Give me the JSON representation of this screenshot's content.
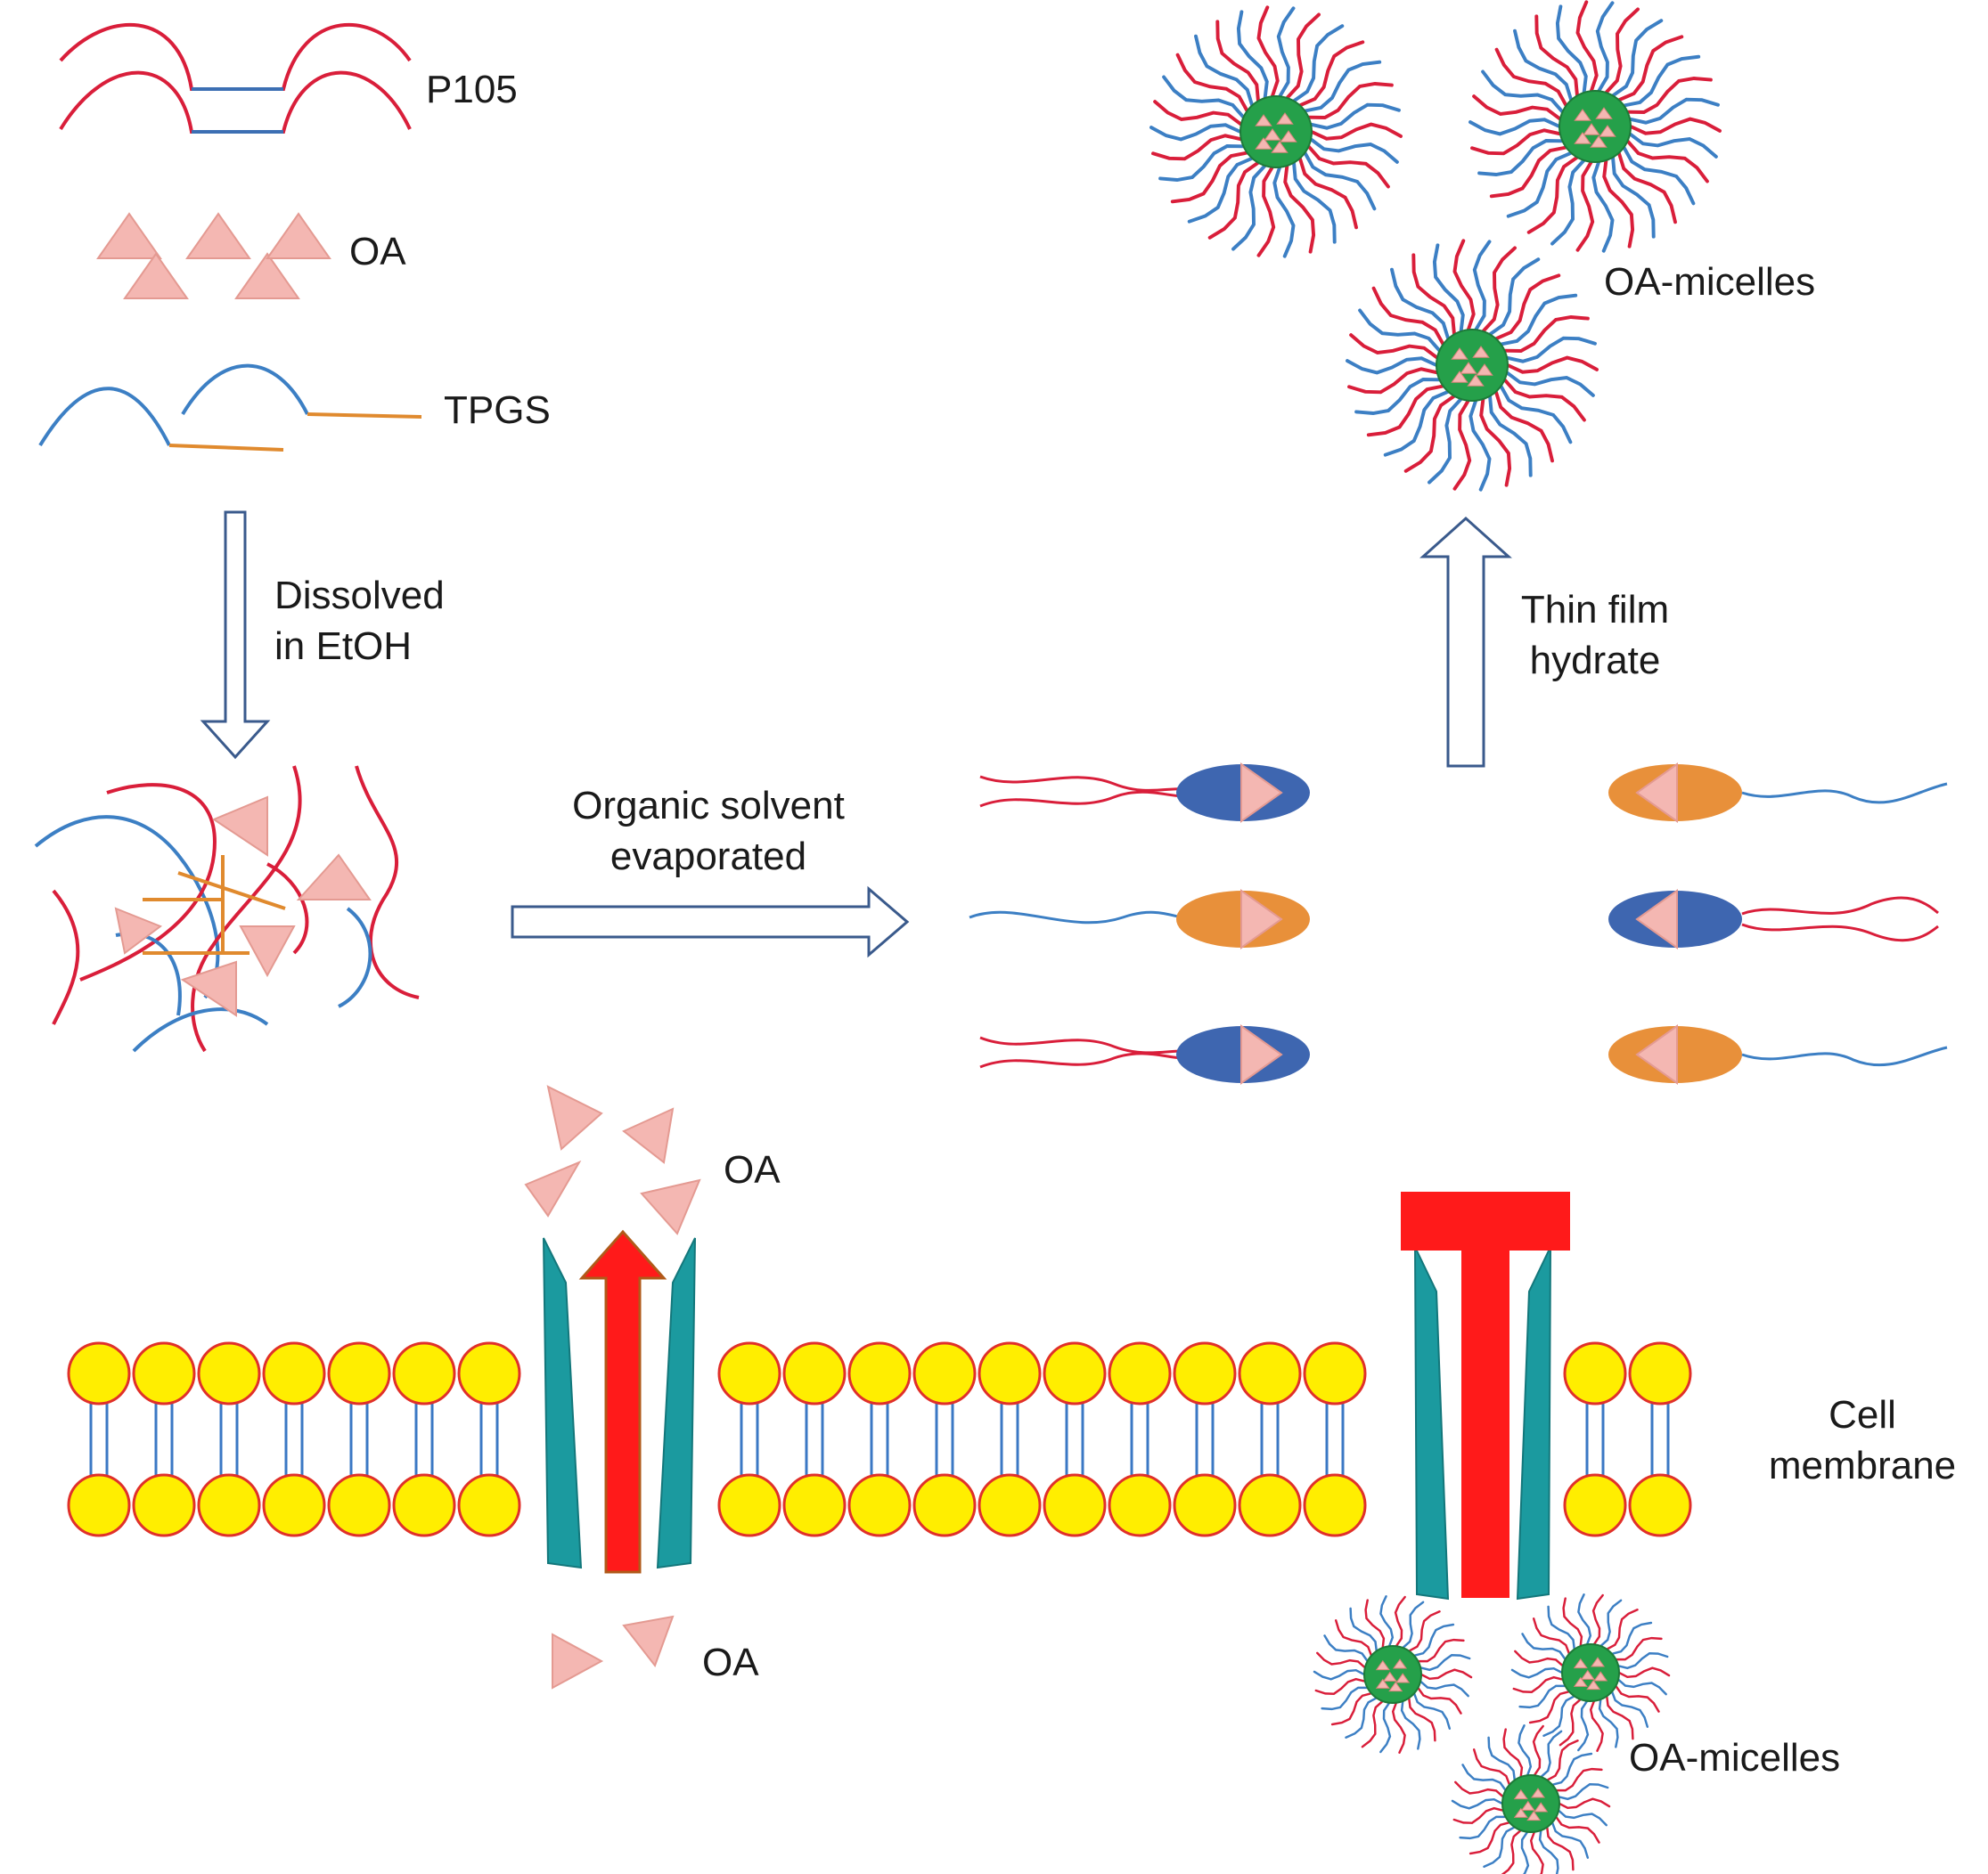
{
  "labels": {
    "p105": "P105",
    "oa_legend": "OA",
    "tpgs": "TPGS",
    "dissolved_line1": "Dissolved",
    "dissolved_line2": "in EtOH",
    "evap_line1": "Organic solvent",
    "evap_line2": "evaporated",
    "thinfilm_line1": "Thin film",
    "thinfilm_line2": "hydrate",
    "micelles_top": "OA-micelles",
    "oa_outside": "OA",
    "oa_inside": "OA",
    "membrane_line1": "Cell",
    "membrane_line2": "membrane",
    "micelles_bottom": "OA-micelles"
  },
  "colors": {
    "p105_peo": "#d91e3a",
    "p105_ppo": "#3c6fb3",
    "tpgs_chain": "#3c7fc4",
    "tpgs_tail": "#e08a2e",
    "drug": "#f4b7b2",
    "drug_edge": "#e49a92",
    "core_blue": "#3e66b0",
    "core_orange": "#e8903a",
    "micelle_core": "#25a04a",
    "lipid_head": "#ffee00",
    "lipid_edge": "#e0302a",
    "lipid_tail": "#3b78c4",
    "channel": "#1b9a9f",
    "efflux": "#ff1a1a"
  }
}
